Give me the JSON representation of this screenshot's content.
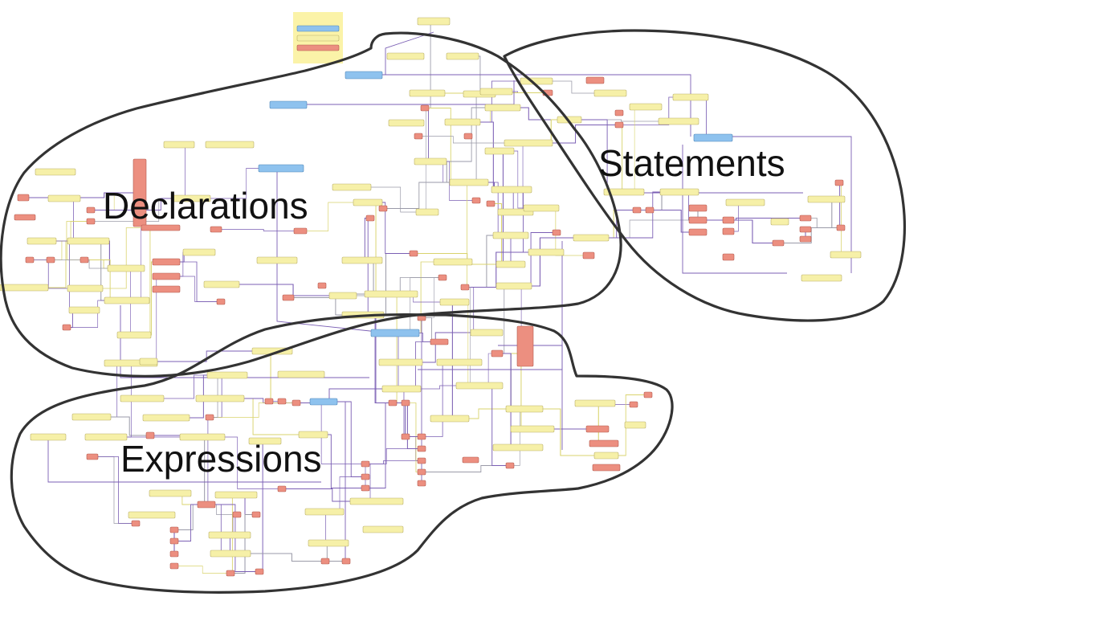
{
  "regions": {
    "declarations": "Declarations",
    "statements": "Statements",
    "expressions": "Expressions"
  },
  "colors": {
    "node_yellow": "#f6f0a8",
    "node_yellow_stroke": "#b9b06a",
    "node_blue": "#8ec2ee",
    "node_blue_stroke": "#4f86b8",
    "node_red": "#ec8f80",
    "node_red_stroke": "#b35a4e",
    "edge_purple": "#7b5fb4",
    "edge_yellow": "#d9d36d",
    "edge_gray": "#9a9aa8",
    "outline": "#333333",
    "legend_bg": "#fbf3a8"
  },
  "legend": {
    "entries": [
      {
        "kind": "blue",
        "label": ""
      },
      {
        "kind": "yellow",
        "label": ""
      },
      {
        "kind": "red",
        "label": ""
      }
    ]
  }
}
